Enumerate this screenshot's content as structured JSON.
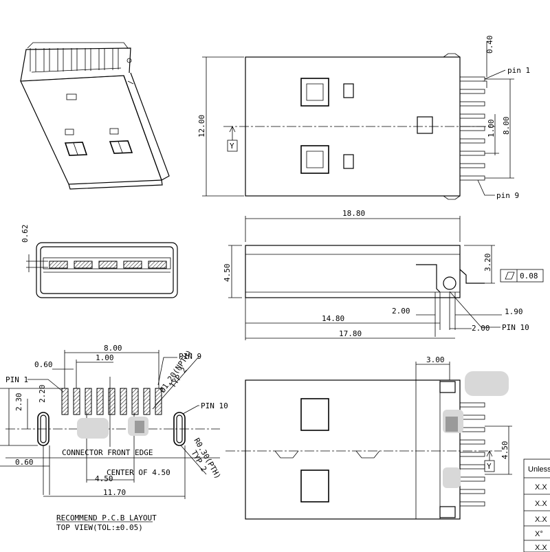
{
  "dimensions": {
    "d_0_40": "0.40",
    "d_12_00": "12.00",
    "d_8_00_side": "8.00",
    "d_1_00_side": "1.00",
    "d_18_80": "18.80",
    "d_0_62": "0.62",
    "d_4_50_front": "4.50",
    "d_3_20": "3.20",
    "d_2_00_a": "2.00",
    "d_1_90": "1.90",
    "d_14_80": "14.80",
    "d_2_00_b": "2.00",
    "d_17_80": "17.80",
    "d_8_00_pcb": "8.00",
    "d_0_60_top": "0.60",
    "d_1_00_pcb": "1.00",
    "d_2_30": "2.30",
    "d_2_20": "2.20",
    "d_0_60_bottom": "0.60",
    "d_4_50_pcb": "4.50",
    "d_11_70": "11.70",
    "d_3_00": "3.00",
    "d_4_50_bottom": "4.50"
  },
  "labels": {
    "pin1_top": "pin 1",
    "pin9_top": "pin 9",
    "datum_y": "Y",
    "datum_y2": "Y",
    "flatness_value": "0.08",
    "pin10_side": "PIN 10",
    "pin9_pcb": "PIN 9",
    "pin1_pcb": "PIN 1",
    "pin10_pcb": "PIN 10",
    "npth": "Ø1.20(NPTH)",
    "typ2_a": "TYP 2",
    "pth": "R0.30(PTH)",
    "typ2_b": "TYP 2",
    "connector_front_edge": "CONNECTOR FRONT EDGE",
    "center_of": "CENTER OF 4.50",
    "pcb_title_1": "RECOMMEND P.C.B LAYOUT",
    "pcb_title_2": "TOP VIEW(TOL:±0.05)"
  },
  "title_block": {
    "row1": "Unless",
    "row2": "X.X",
    "row3": "X.X",
    "row4": "X.X",
    "row5": "X°",
    "row6": "X.X"
  }
}
